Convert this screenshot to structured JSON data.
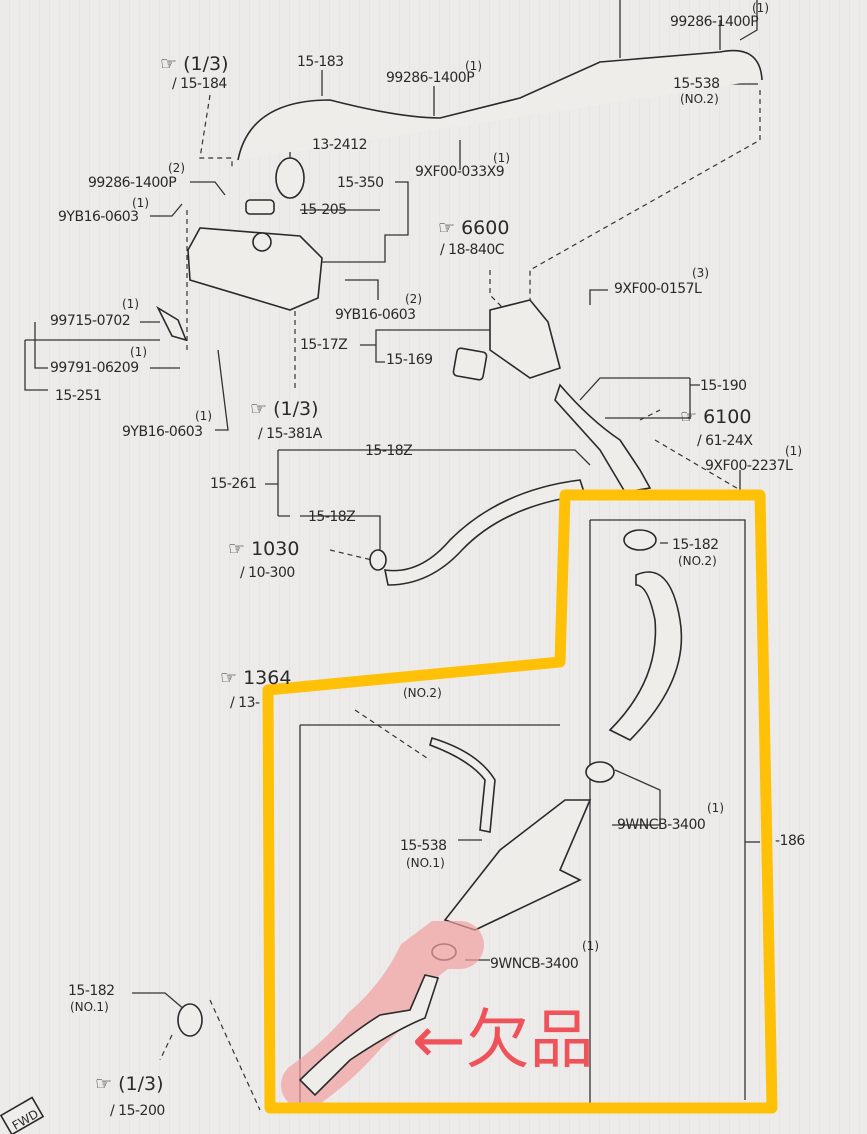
{
  "diagram": {
    "refs": [
      {
        "main": "(1/3)",
        "sub": "/ 15-184"
      },
      {
        "main": "6600",
        "sub": "/ 18-840C"
      },
      {
        "main": "(1/3)",
        "sub": "/ 15-381A"
      },
      {
        "main": "6100",
        "sub": "/ 61-24X"
      },
      {
        "main": "1030",
        "sub": "/ 10-300"
      },
      {
        "main": "1364",
        "sub": "/ 13-"
      },
      {
        "main": "(1/3)",
        "sub": "/ 15-200"
      }
    ],
    "parts": [
      {
        "code": "15-183"
      },
      {
        "code": "99286-1400P",
        "qty": "(1)"
      },
      {
        "code": "99286-1400P",
        "qty": "(1)"
      },
      {
        "code": "15-538",
        "note": "(NO.2)"
      },
      {
        "code": "13-2412"
      },
      {
        "code": "9XF00-033X9",
        "qty": "(1)"
      },
      {
        "code": "99286-1400P",
        "qty": "(2)"
      },
      {
        "code": "15-350"
      },
      {
        "code": "9YB16-0603",
        "qty": "(1)"
      },
      {
        "code": "15-205"
      },
      {
        "code": "9XF00-0157L",
        "qty": "(3)"
      },
      {
        "code": "9YB16-0603",
        "qty": "(2)"
      },
      {
        "code": "99715-0702",
        "qty": "(1)"
      },
      {
        "code": "15-17Z"
      },
      {
        "code": "15-169"
      },
      {
        "code": "99791-06209",
        "qty": "(1)"
      },
      {
        "code": "15-251"
      },
      {
        "code": "15-190"
      },
      {
        "code": "9YB16-0603",
        "qty": "(1)"
      },
      {
        "code": "9XF00-2237L",
        "qty": "(1)"
      },
      {
        "code": "15-18Z"
      },
      {
        "code": "15-261"
      },
      {
        "code": "15-18Z"
      },
      {
        "code": "15-182",
        "note": "(NO.2)"
      },
      {
        "code": "(NO.2)"
      },
      {
        "code": "15-538",
        "note": "(NO.1)"
      },
      {
        "code": "9WNCB-3400",
        "qty": "(1)"
      },
      {
        "code": "-186"
      },
      {
        "code": "9WNCB-3400",
        "qty": "(1)"
      },
      {
        "code": "15-182",
        "note": "(NO.1)"
      }
    ],
    "fwd_label": "FWD"
  },
  "annotation": {
    "text": "←欠品",
    "color": "#f0525a"
  },
  "highlight": {
    "outline_color": "#ffc107",
    "missing_part_color": "#f2a0a0"
  }
}
